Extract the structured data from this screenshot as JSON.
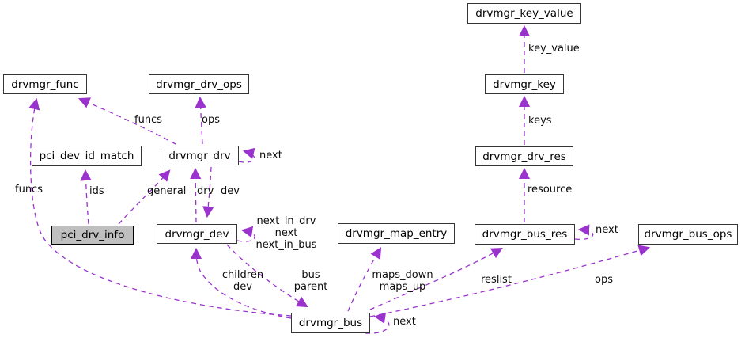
{
  "diagram": {
    "kind": "collaboration-graph",
    "colors": {
      "edge": "#9a32cd",
      "node_border": "#353535",
      "node_fill": "#ffffff",
      "highlight_node_fill": "#bfbfbf",
      "background": "#ffffff",
      "label_text": "#0d0d0d"
    },
    "nodes": [
      {
        "id": "drvmgr_key_value",
        "label": "drvmgr_key_value"
      },
      {
        "id": "drvmgr_func",
        "label": "drvmgr_func"
      },
      {
        "id": "drvmgr_drv_ops",
        "label": "drvmgr_drv_ops"
      },
      {
        "id": "drvmgr_key",
        "label": "drvmgr_key"
      },
      {
        "id": "pci_dev_id_match",
        "label": "pci_dev_id_match"
      },
      {
        "id": "drvmgr_drv",
        "label": "drvmgr_drv"
      },
      {
        "id": "drvmgr_drv_res",
        "label": "drvmgr_drv_res"
      },
      {
        "id": "pci_drv_info",
        "label": "pci_drv_info",
        "highlighted": true
      },
      {
        "id": "drvmgr_dev",
        "label": "drvmgr_dev"
      },
      {
        "id": "drvmgr_map_entry",
        "label": "drvmgr_map_entry"
      },
      {
        "id": "drvmgr_bus_res",
        "label": "drvmgr_bus_res"
      },
      {
        "id": "drvmgr_bus_ops",
        "label": "drvmgr_bus_ops"
      },
      {
        "id": "drvmgr_bus",
        "label": "drvmgr_bus"
      }
    ],
    "edges": [
      {
        "from": "drvmgr_key",
        "to": "drvmgr_key_value",
        "label": "key_value"
      },
      {
        "from": "drvmgr_drv_res",
        "to": "drvmgr_key",
        "label": "keys"
      },
      {
        "from": "drvmgr_bus_res",
        "to": "drvmgr_drv_res",
        "label": "resource"
      },
      {
        "from": "drvmgr_drv",
        "to": "drvmgr_drv_ops",
        "label": "ops"
      },
      {
        "from": "drvmgr_drv",
        "to": "drvmgr_func",
        "label": "funcs"
      },
      {
        "from": "drvmgr_drv",
        "to": "drvmgr_drv",
        "label": "next"
      },
      {
        "from": "drvmgr_bus",
        "to": "drvmgr_func",
        "label": "funcs"
      },
      {
        "from": "pci_drv_info",
        "to": "pci_dev_id_match",
        "label": "ids"
      },
      {
        "from": "pci_drv_info",
        "to": "drvmgr_drv",
        "label": "general"
      },
      {
        "from": "drvmgr_dev",
        "to": "drvmgr_drv",
        "label": "drv"
      },
      {
        "from": "drvmgr_drv",
        "to": "drvmgr_dev",
        "label": "dev"
      },
      {
        "from": "drvmgr_dev",
        "to": "drvmgr_dev",
        "label": "next_in_drv\nnext\nnext_in_bus"
      },
      {
        "from": "drvmgr_bus",
        "to": "drvmgr_dev",
        "label": "children\ndev"
      },
      {
        "from": "drvmgr_dev",
        "to": "drvmgr_bus",
        "label": "bus\nparent"
      },
      {
        "from": "drvmgr_bus",
        "to": "drvmgr_map_entry",
        "label": "maps_down\nmaps_up"
      },
      {
        "from": "drvmgr_bus",
        "to": "drvmgr_bus_res",
        "label": "reslist"
      },
      {
        "from": "drvmgr_bus",
        "to": "drvmgr_bus_ops",
        "label": "ops"
      },
      {
        "from": "drvmgr_bus",
        "to": "drvmgr_bus",
        "label": "next"
      },
      {
        "from": "drvmgr_bus_res",
        "to": "drvmgr_bus_res",
        "label": "next"
      }
    ]
  }
}
